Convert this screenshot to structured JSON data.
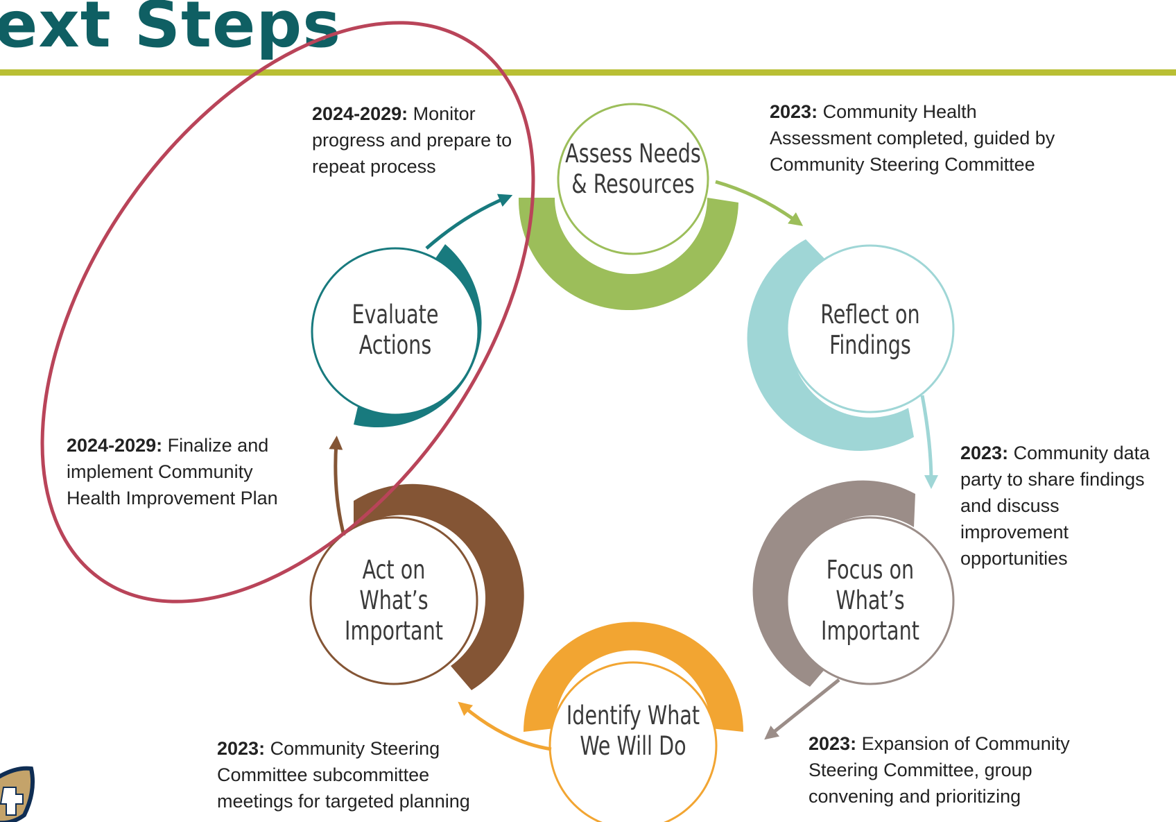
{
  "title": "ext Steps",
  "colors": {
    "title": "#0f5f63",
    "rule": "#b9bf34",
    "highlight": "#b94459",
    "assess": "#9cbe5a",
    "reflect": "#9fd6d6",
    "focus": "#9b8d88",
    "identify": "#f2a532",
    "act": "#845535",
    "evaluate": "#187a7e"
  },
  "stages": {
    "assess": "Assess Needs & Resources",
    "reflect": "Reflect on Findings",
    "focus": "Focus on What’s Important",
    "identify": "Identify What We Will Do",
    "act": "Act on What’s Important",
    "evaluate": "Evaluate Actions"
  },
  "notes": {
    "assess": {
      "year": "2023:",
      "text": "Community Health Assessment completed, guided by Community Steering Committee"
    },
    "reflect": {
      "year": "2023:",
      "text": "Community data party to share findings and discuss improvement opportunities"
    },
    "focus": {
      "year": "2023:",
      "text": "Expansion of Community Steering Committee, group convening and prioritizing"
    },
    "identify": {
      "year": "2023:",
      "text": "Community Steering Committee subcommittee meetings for targeted planning"
    },
    "act": {
      "year": "2024-2029:",
      "text": "Finalize and implement Community Health Improvement Plan"
    },
    "evaluate": {
      "year": "2024-2029:",
      "text": "Monitor progress and prepare to repeat process"
    }
  }
}
